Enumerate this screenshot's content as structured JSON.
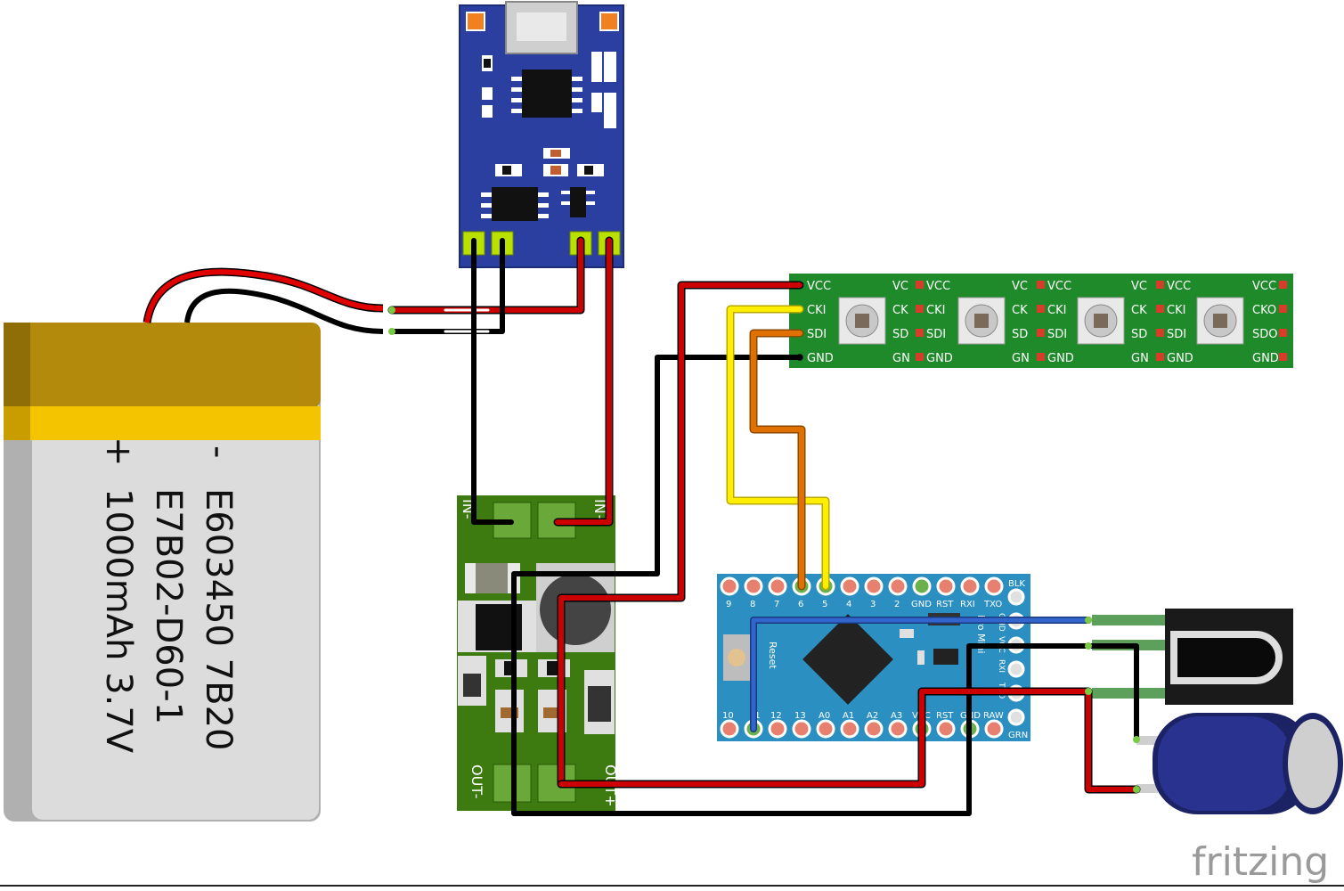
{
  "battery": {
    "minus": "-",
    "plus": "+",
    "line1": "E603450 7B20",
    "line2": "E7B02-D60-1",
    "line3": "1000mAh 3.7V"
  },
  "led_strip": {
    "pin_labels": [
      "VCC",
      "CKI",
      "SDI",
      "GND"
    ],
    "out_labels": [
      "VCC",
      "CKO",
      "SDO",
      "GND"
    ],
    "cut_out_labels": [
      "VC",
      "CK",
      "SD",
      "GN"
    ]
  },
  "boost": {
    "in_minus": "IN-",
    "in_plus": "IN+",
    "out_minus": "OUT-",
    "out_plus": "OUT+"
  },
  "pro_mini": {
    "top_pins": [
      "9",
      "8",
      "7",
      "6",
      "5",
      "4",
      "3",
      "2",
      "GND",
      "RST",
      "RXI",
      "TXO",
      "BLK"
    ],
    "bottom_pins": [
      "10",
      "11",
      "12",
      "13",
      "A0",
      "A1",
      "A2",
      "A3",
      "VCC",
      "RST",
      "GND",
      "RAW",
      "GRN"
    ],
    "reset_label": "Reset",
    "side_text": "Pro Mini",
    "side_pins": [
      "GND",
      "VCC",
      "RXI",
      "TXO"
    ]
  },
  "brand": "fritzing",
  "colors": {
    "wire_red": "#cc0000",
    "wire_black": "#111111",
    "wire_yellow": "#ffee00",
    "wire_orange": "#e07000",
    "wire_blue": "#3366cc",
    "charger_pcb": "#2a3fa0",
    "strip_pcb": "#1f8a2a",
    "boost_pcb": "#3d7a10",
    "promini_pcb": "#2b8fc2"
  }
}
